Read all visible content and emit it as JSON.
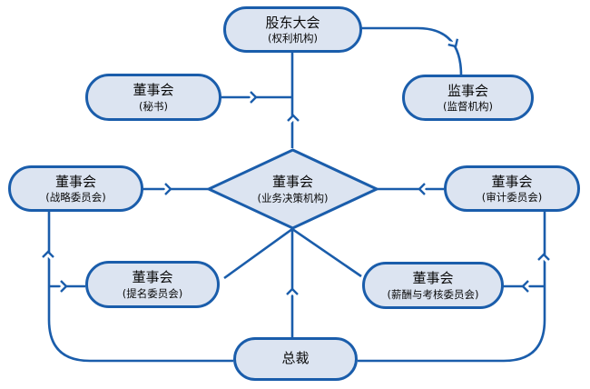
{
  "diagram": {
    "type": "org-governance-flowchart",
    "colors": {
      "line": "#1a5dab",
      "node_border": "#1a5dab",
      "node_fill": "#dce4f1",
      "text": "#0a0a0a",
      "background": "#ffffff"
    },
    "nodes": {
      "shareholders": {
        "label": "股东大会",
        "sublabel": "(权利机构)",
        "shape": "stadium"
      },
      "secretary": {
        "label": "董事会",
        "sublabel": "(秘书)",
        "shape": "stadium"
      },
      "supervisory": {
        "label": "监事会",
        "sublabel": "(监督机构)",
        "shape": "stadium"
      },
      "board": {
        "label": "董事会",
        "sublabel": "(业务决策机构)",
        "shape": "diamond"
      },
      "strategy": {
        "label": "董事会",
        "sublabel": "(战略委员会)",
        "shape": "stadium"
      },
      "audit": {
        "label": "董事会",
        "sublabel": "(审计委员会)",
        "shape": "stadium"
      },
      "nomination": {
        "label": "董事会",
        "sublabel": "(提名委员会)",
        "shape": "stadium"
      },
      "compensation": {
        "label": "董事会",
        "sublabel": "(薪酬与考核委员会)",
        "shape": "stadium"
      },
      "president": {
        "label": "总裁",
        "sublabel": "",
        "shape": "stadium"
      }
    },
    "edges": [
      {
        "from": "董事会(业务决策机构)",
        "to": "股东大会(权利机构)",
        "arrow": true
      },
      {
        "from": "股东大会(权利机构)",
        "to": "监事会(监督机构)",
        "arrow": true
      },
      {
        "from": "董事会(秘书)",
        "to": "董事会(业务决策机构)",
        "arrow": true
      },
      {
        "from": "董事会(战略委员会)",
        "to": "董事会(业务决策机构)",
        "arrow": true
      },
      {
        "from": "董事会(审计委员会)",
        "to": "董事会(业务决策机构)",
        "arrow": true
      },
      {
        "from": "总裁",
        "to": "董事会(业务决策机构)",
        "arrow": true
      },
      {
        "from": "董事会(业务决策机构)",
        "to": "董事会(提名委员会)",
        "arrow": false
      },
      {
        "from": "董事会(业务决策机构)",
        "to": "董事会(薪酬与考核委员会)",
        "arrow": false
      },
      {
        "from": "总裁",
        "to": "董事会(战略委员会)",
        "arrow": true
      },
      {
        "from": "总裁",
        "to": "董事会(提名委员会)",
        "arrow": true
      },
      {
        "from": "总裁",
        "to": "董事会(审计委员会)",
        "arrow": true
      },
      {
        "from": "总裁",
        "to": "董事会(薪酬与考核委员会)",
        "arrow": true
      }
    ]
  }
}
